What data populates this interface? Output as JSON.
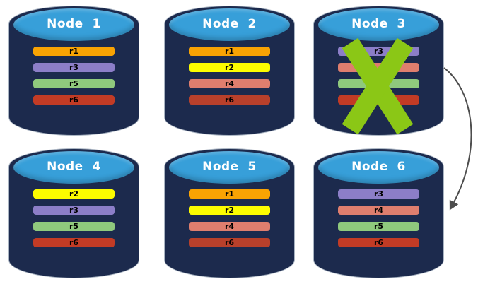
{
  "palette": {
    "background": "#FFFFFF",
    "cylinder_body": "#1C2A4D",
    "cylinder_top": "#379FD9",
    "cylinder_outline": "#A9B4C2",
    "title_color": "#FFFFFF",
    "bar_text_color": "#000000",
    "failure_x_color": "#8BC716",
    "arrow_color": "#4D4D4D"
  },
  "nodes": [
    {
      "title": "Node  1",
      "failed": false,
      "replicas": [
        {
          "label": "r1",
          "color": "#F9A303"
        },
        {
          "label": "r3",
          "color": "#8C7EC8"
        },
        {
          "label": "r5",
          "color": "#8FC97D"
        },
        {
          "label": "r6",
          "color": "#C23B25"
        }
      ]
    },
    {
      "title": "Node  2",
      "failed": false,
      "replicas": [
        {
          "label": "r1",
          "color": "#F9A303"
        },
        {
          "label": "r2",
          "color": "#FCFC00"
        },
        {
          "label": "r4",
          "color": "#DF7E6E"
        },
        {
          "label": "r6",
          "color": "#B8402B"
        }
      ]
    },
    {
      "title": "Node  3",
      "failed": true,
      "replicas": [
        {
          "label": "r3",
          "color": "#8C7EC8"
        },
        {
          "label": "",
          "color": "#DF7E6E"
        },
        {
          "label": "",
          "color": "#8FC97D"
        },
        {
          "label": "",
          "color": "#C23B25"
        }
      ]
    },
    {
      "title": "Node  4",
      "failed": false,
      "replicas": [
        {
          "label": "r2",
          "color": "#FCFC00"
        },
        {
          "label": "r3",
          "color": "#8C7EC8"
        },
        {
          "label": "r5",
          "color": "#8FC97D"
        },
        {
          "label": "r6",
          "color": "#C23B25"
        }
      ]
    },
    {
      "title": "Node  5",
      "failed": false,
      "replicas": [
        {
          "label": "r1",
          "color": "#F9A303"
        },
        {
          "label": "r2",
          "color": "#FCFC00"
        },
        {
          "label": "r4",
          "color": "#DF7E6E"
        },
        {
          "label": "r6",
          "color": "#B8402B"
        }
      ]
    },
    {
      "title": "Node  6",
      "failed": false,
      "replicas": [
        {
          "label": "r3",
          "color": "#8C7EC8"
        },
        {
          "label": "r4",
          "color": "#DF7E6E"
        },
        {
          "label": "r5",
          "color": "#8FC97D"
        },
        {
          "label": "r6",
          "color": "#C23B25"
        }
      ]
    }
  ],
  "annotations": {
    "failure_x_node_index": 2,
    "arrow_from_node_index": 2,
    "arrow_to_node_index": 5
  }
}
